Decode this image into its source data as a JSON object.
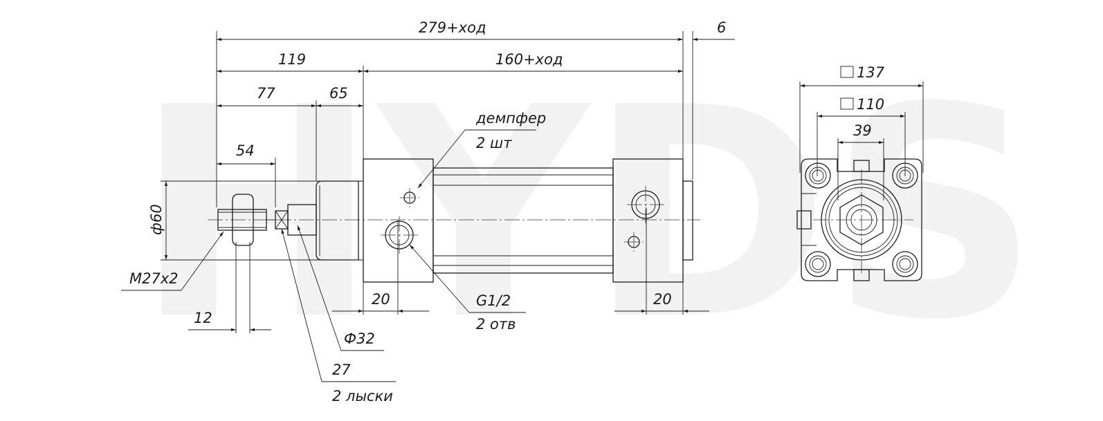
{
  "watermark": "HYDS",
  "side_view": {
    "dims": {
      "overall": "279+ход",
      "gap_right": "6",
      "rod_to_body": "119",
      "body_length": "160+ход",
      "to_flange": "77",
      "flange": "65",
      "thread_length": "54",
      "bore": "ф60",
      "port_offset_left": "20",
      "port_offset_right": "20",
      "nut": "12"
    },
    "callouts": {
      "damper_line1": "демпфер",
      "damper_line2": "2 шт",
      "port_line1": "G1/2",
      "port_line2": "2 отв",
      "thread": "M27x2",
      "rod_dia": "Ф32",
      "flats_line1": "27",
      "flats_line2": "2 лыски"
    }
  },
  "end_view": {
    "dims": {
      "outer_square": "137",
      "inner_square": "110",
      "hex": "39"
    }
  }
}
